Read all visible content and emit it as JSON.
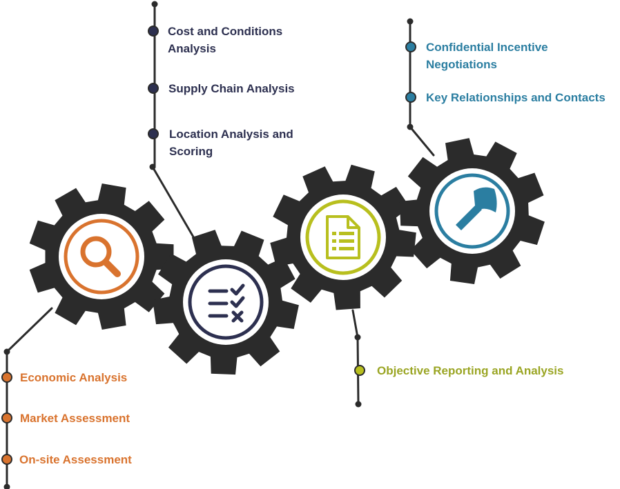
{
  "colors": {
    "gear": "#2b2b2b",
    "orange": "#d9732e",
    "navy": "#2d3050",
    "olive": "#b8bf1e",
    "teal": "#2b7ea1",
    "line": "#2b2b2b"
  },
  "groups": {
    "research": {
      "icon": "magnifier-icon",
      "items": [
        "Economic Analysis",
        "Market Assessment",
        "On-site Assessment"
      ]
    },
    "analysis": {
      "icon": "checklist-icon",
      "items": [
        "Cost and Conditions Analysis",
        "Supply Chain Analysis",
        "Location Analysis and Scoring"
      ]
    },
    "reporting": {
      "icon": "document-icon",
      "items": [
        "Objective Reporting and Analysis"
      ]
    },
    "negotiation": {
      "icon": "axe-icon",
      "items": [
        "Confidential Incentive Negotiations",
        "Key Relationships and Contacts"
      ]
    }
  }
}
